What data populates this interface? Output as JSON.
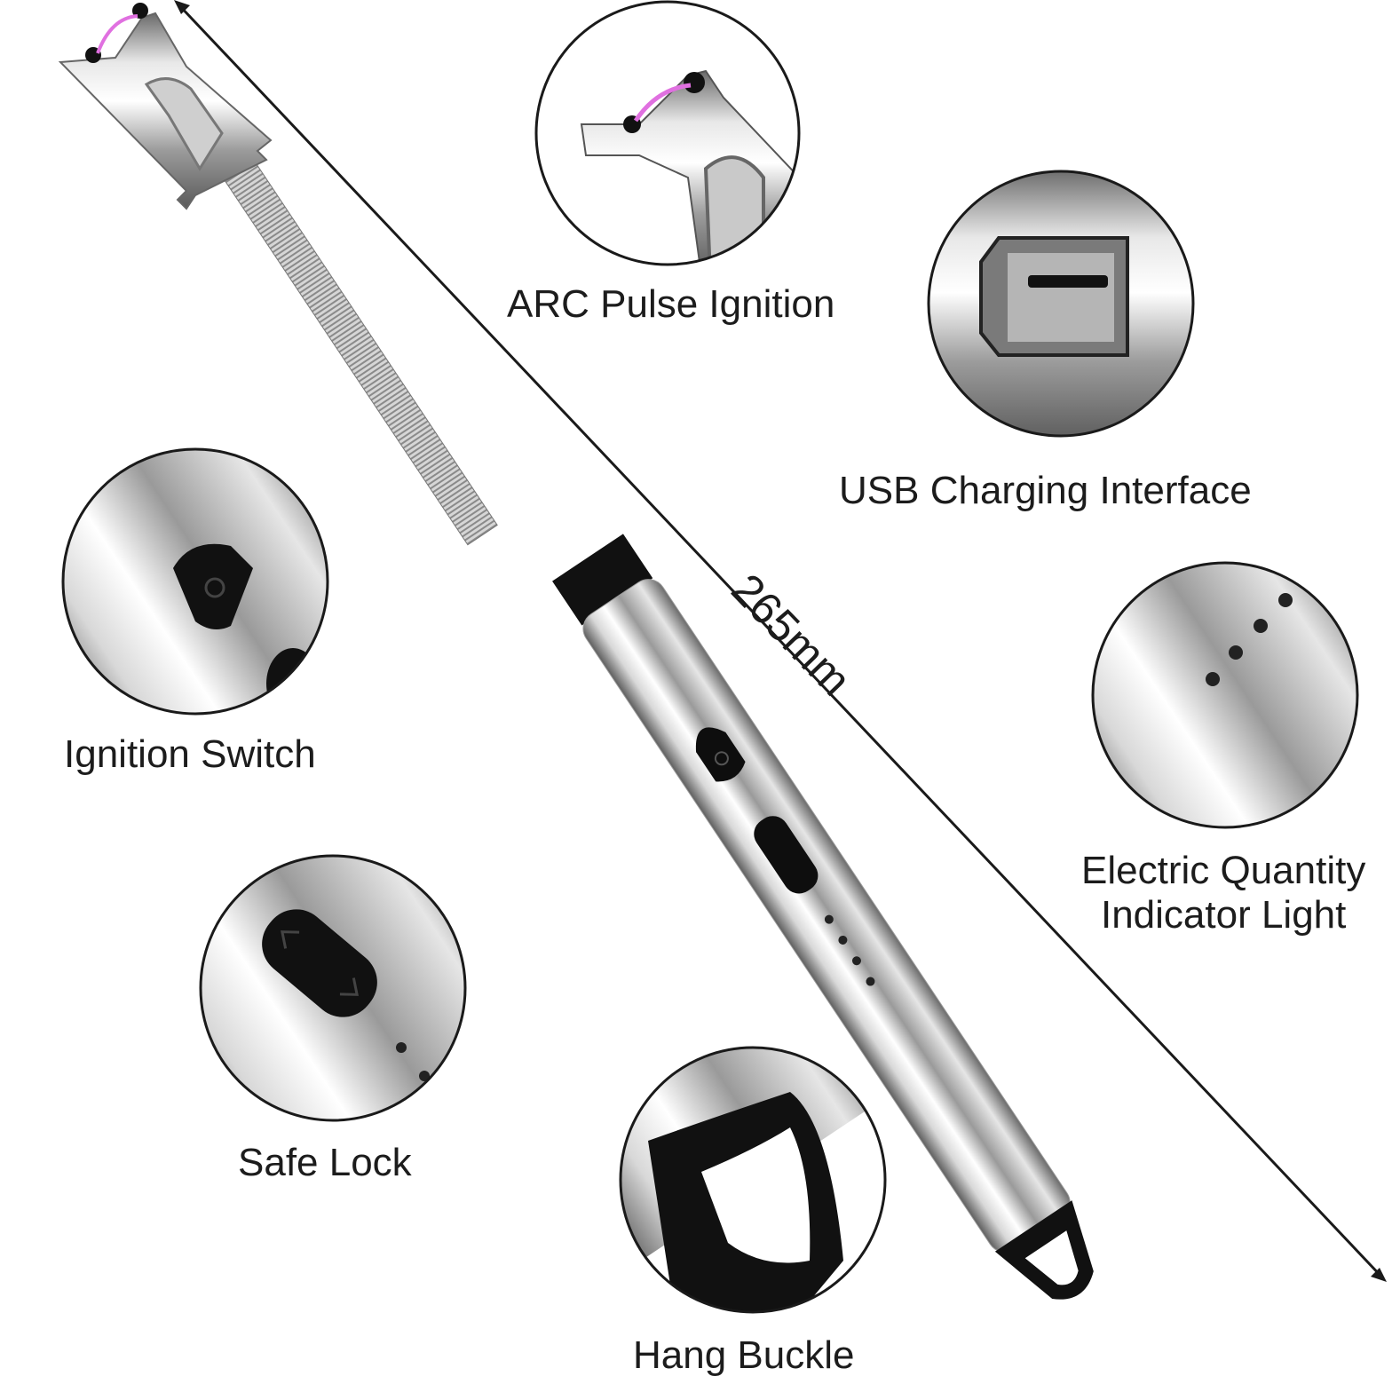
{
  "labels": {
    "arc": "ARC Pulse Ignition",
    "usb": "USB Charging Interface",
    "ignition": "Ignition Switch",
    "electric_line1": "Electric Quantity",
    "electric_line2": "Indicator Light",
    "safe_lock": "Safe Lock",
    "hang_buckle": "Hang Buckle",
    "length": "265mm"
  },
  "colors": {
    "arc_glow": "#e070e0",
    "steel_dark": "#6e6e6e",
    "steel_light": "#f2f2f2",
    "black_part": "#111111",
    "outline": "#222222"
  },
  "icons": [
    "power-icon",
    "slider-lock-icon",
    "indicator-dots-icon",
    "arc-icon",
    "usb-port-icon",
    "hang-loop-icon"
  ]
}
